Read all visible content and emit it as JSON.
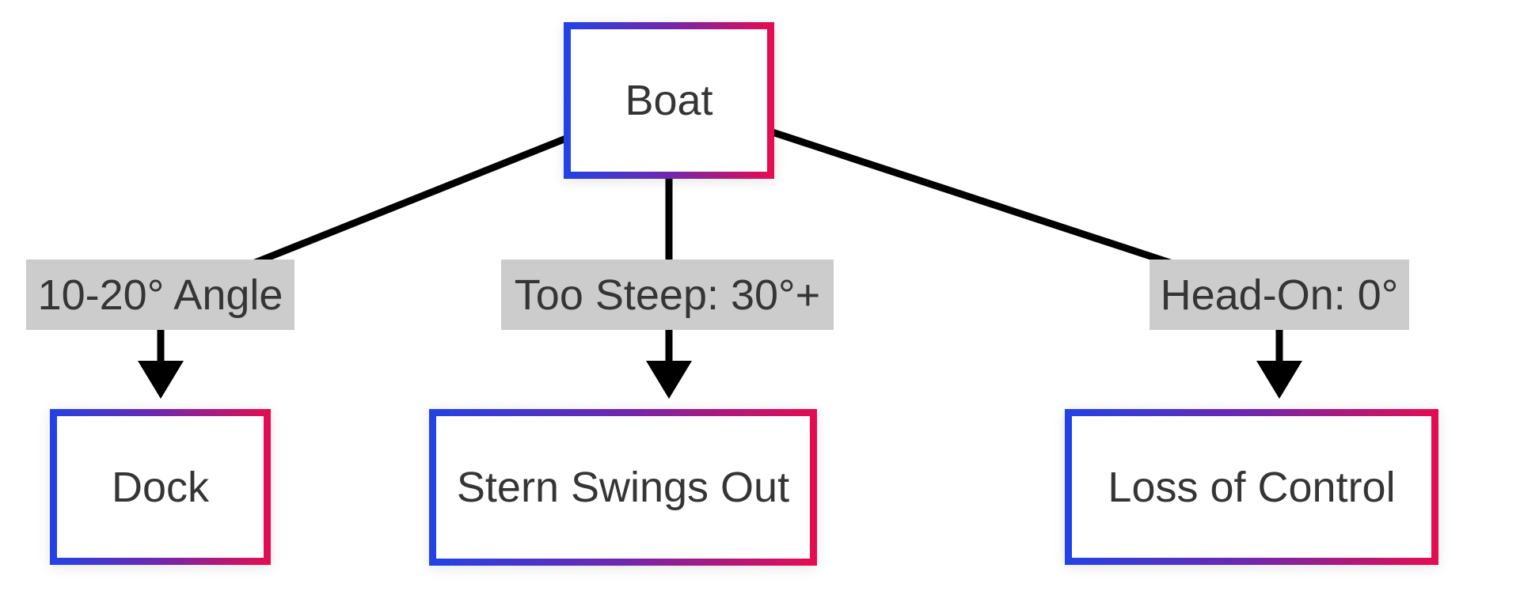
{
  "diagram": {
    "type": "flowchart",
    "root": {
      "label": "Boat"
    },
    "branches": [
      {
        "edge_label": "10-20° Angle",
        "node_label": "Dock"
      },
      {
        "edge_label": "Too Steep: 30°+",
        "node_label": "Stern Swings Out"
      },
      {
        "edge_label": "Head-On: 0°",
        "node_label": "Loss of Control"
      }
    ],
    "colors": {
      "node_border_gradient_start": "#2143e6",
      "node_border_gradient_mid": "#7127ae",
      "node_border_gradient_end": "#e60c4f",
      "edge_label_background": "#cccccc",
      "text": "#353535",
      "edge_line": "#000000",
      "canvas_background": "#ffffff"
    }
  }
}
